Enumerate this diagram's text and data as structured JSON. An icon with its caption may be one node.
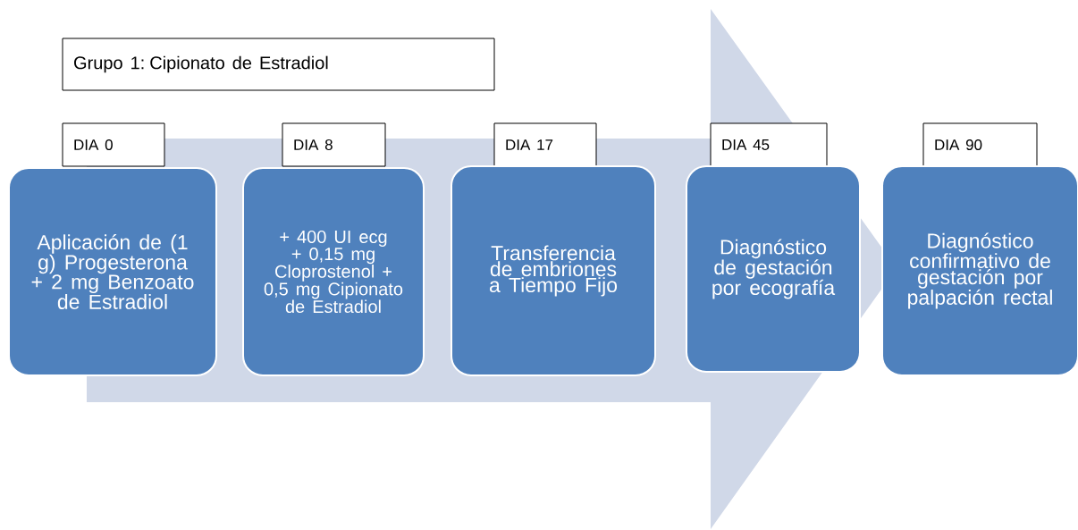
{
  "diagram": {
    "nodes": [
      {
        "text": [
          "Grupo 1: Cipionato de Estradiol"
        ]
      },
      {
        "text": [
          "DIA 0"
        ]
      },
      {
        "text": [
          "Aplicación de (1 g) Progesterona + 2 mg Benzoato de Estradiol"
        ]
      },
      {
        "text": [
          "DIA 8"
        ]
      },
      {
        "text": [
          "+ 400 UI ecg + 0,15 mg Cloprostenol + 0,5 mg Cipionato de Estradiol"
        ]
      },
      {
        "text": [
          "DIA 17"
        ]
      },
      {
        "text": [
          "Transferencia de embriones a Tiempo Fijo"
        ]
      },
      {
        "text": [
          "DIA 45"
        ]
      },
      {
        "text": [
          "Diagnóstico de gestación por ecografía"
        ]
      },
      {
        "text": [
          "DIA 90"
        ]
      },
      {
        "text": [
          "Diagnóstico confirmativo de gestación por palpación rectal"
        ]
      }
    ],
    "edges": [
      {
        "from": 2,
        "to": 10,
        "arrow": "to"
      }
    ]
  }
}
